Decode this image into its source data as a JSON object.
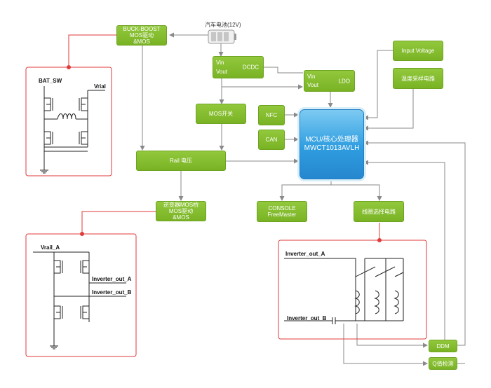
{
  "blocks": {
    "buck_boost": [
      "BUCK-BOOST",
      "MOS驱动",
      "&MOS"
    ],
    "battery": "汽车电池(12V)",
    "dcdc": {
      "vin": "Vin",
      "vout": "Vout",
      "name": "DCDC"
    },
    "ldo": {
      "vin": "Vin",
      "vout": "Vout",
      "name": "LDO"
    },
    "input_voltage": "Input Voltage",
    "temp_sampling": "温度采样电路",
    "mos_switch": "MOS开关",
    "nfc": "NFC",
    "can": "CAN",
    "rail_voltage": "Rail 电压",
    "mcu": [
      "MCU/核心处理器",
      "MWCT1013AVLH"
    ],
    "inverter_mos": [
      "逆变器MOS桥",
      "MOS驱动",
      "&MOS"
    ],
    "console": [
      "CONSOLE",
      "FreeMaster"
    ],
    "coil_select": "线圈选择电路",
    "ddm": "DDM",
    "q_detect": "Q值检测"
  },
  "circuits": {
    "buck": {
      "left_label": "BAT_SW",
      "right_label": "Vrial"
    },
    "inverter": {
      "vrail": "Vrail_A",
      "out_a": "Inverter_out_A",
      "out_b": "Inverter_out_B"
    },
    "coil": {
      "out_a": "Inverter_out_A",
      "out_b": "Inverter_out_B"
    }
  },
  "colors": {
    "green": "#7fb92b",
    "mcu_blue": "#2f9de0",
    "red_frame": "#e03a3a",
    "arrow_gray": "#8a8a8a"
  }
}
